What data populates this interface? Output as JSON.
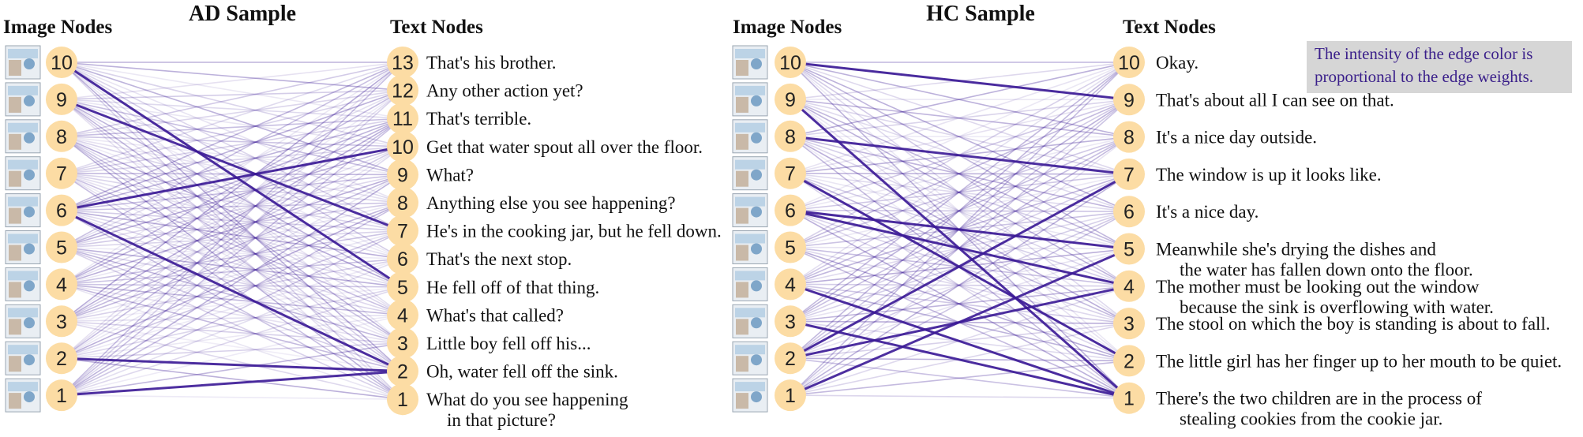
{
  "panels": [
    {
      "title": "AD Sample",
      "image_header": "Image Nodes",
      "text_header": "Text Nodes",
      "image_nodes": [
        "10",
        "9",
        "8",
        "7",
        "6",
        "5",
        "4",
        "3",
        "2",
        "1"
      ],
      "text_nodes": [
        {
          "num": "13",
          "text": [
            "That's his brother."
          ]
        },
        {
          "num": "12",
          "text": [
            "Any other action yet?"
          ]
        },
        {
          "num": "11",
          "text": [
            "That's terrible."
          ]
        },
        {
          "num": "10",
          "text": [
            "Get that water spout all over the floor."
          ]
        },
        {
          "num": "9",
          "text": [
            "What?"
          ]
        },
        {
          "num": "8",
          "text": [
            "Anything else you see happening?"
          ]
        },
        {
          "num": "7",
          "text": [
            "He's in the cooking jar, but he fell down."
          ]
        },
        {
          "num": "6",
          "text": [
            "That's the next stop."
          ]
        },
        {
          "num": "5",
          "text": [
            "He fell off of that thing."
          ]
        },
        {
          "num": "4",
          "text": [
            "What's that called?"
          ]
        },
        {
          "num": "3",
          "text": [
            "Little boy fell off his..."
          ]
        },
        {
          "num": "2",
          "text": [
            "Oh, water fell off the sink."
          ]
        },
        {
          "num": "1",
          "text": [
            "What do you see happening",
            "in that picture?"
          ]
        }
      ],
      "strong_edges": [
        [
          "9",
          "7"
        ],
        [
          "10",
          "5"
        ],
        [
          "6",
          "10"
        ],
        [
          "6",
          "2"
        ],
        [
          "2",
          "2"
        ],
        [
          "1",
          "2"
        ]
      ]
    },
    {
      "title": "HC Sample",
      "image_header": "Image Nodes",
      "text_header": "Text Nodes",
      "image_nodes": [
        "10",
        "9",
        "8",
        "7",
        "6",
        "5",
        "4",
        "3",
        "2",
        "1"
      ],
      "text_nodes": [
        {
          "num": "10",
          "text": [
            "Okay."
          ]
        },
        {
          "num": "9",
          "text": [
            "That's about all I can see on that."
          ]
        },
        {
          "num": "8",
          "text": [
            "It's a nice day outside."
          ]
        },
        {
          "num": "7",
          "text": [
            "The window is up it looks like."
          ]
        },
        {
          "num": "6",
          "text": [
            "It's a nice day."
          ]
        },
        {
          "num": "5",
          "text": [
            "Meanwhile she's drying the dishes and",
            "the water has fallen down onto the floor."
          ]
        },
        {
          "num": "4",
          "text": [
            "The mother must be looking out the window",
            "because the sink is overflowing with water."
          ]
        },
        {
          "num": "3",
          "text": [
            "The stool on which the boy is standing is about to fall."
          ]
        },
        {
          "num": "2",
          "text": [
            "The little girl has her finger up to her mouth to be quiet."
          ]
        },
        {
          "num": "1",
          "text": [
            "There's the two children are in the process of",
            "stealing cookies from the cookie jar."
          ]
        }
      ],
      "strong_edges": [
        [
          "10",
          "9"
        ],
        [
          "8",
          "7"
        ],
        [
          "6",
          "5"
        ],
        [
          "2",
          "4"
        ],
        [
          "2",
          "7"
        ],
        [
          "1",
          "5"
        ],
        [
          "4",
          "1"
        ],
        [
          "9",
          "1"
        ],
        [
          "3",
          "1"
        ],
        [
          "7",
          "2"
        ],
        [
          "6",
          "4"
        ]
      ]
    }
  ],
  "note": "The intensity of the edge color is proportional to the edge weights.",
  "colors": {
    "node_fill": "#fcdca4",
    "edge": "#3b1a96",
    "note_text": "#3a1f8a",
    "note_bg": "#d6d6d6"
  }
}
